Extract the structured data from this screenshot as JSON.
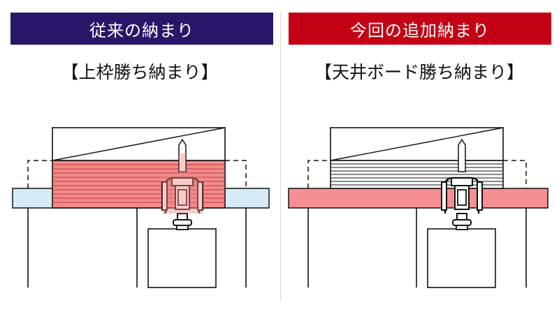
{
  "panels": {
    "left": {
      "banner": "従来の納まり",
      "subtitle": "【上枠勝ち納まり】",
      "colors": {
        "banner": "#2a1669",
        "highlight": "#f08a8a",
        "ceiling": "#d5ecf7"
      }
    },
    "right": {
      "banner": "今回の追加納まり",
      "subtitle": "【天井ボード勝ち納まり】",
      "colors": {
        "banner": "#c30014",
        "highlight": "#f58f93",
        "ceiling": "#f58f93"
      }
    }
  }
}
